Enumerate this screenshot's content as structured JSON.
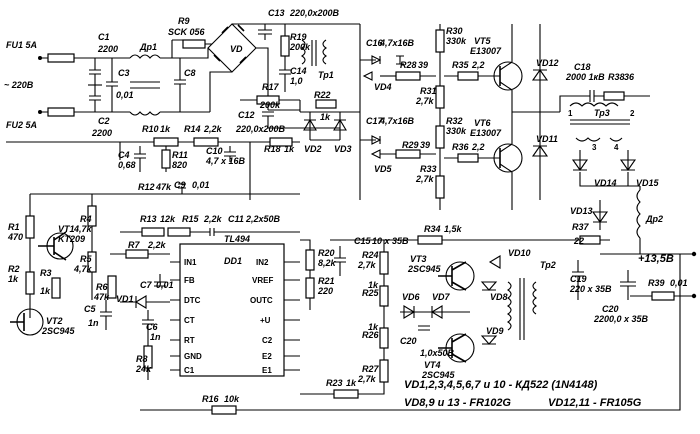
{
  "labels": {
    "fu1": "FU1 5A",
    "fu2": "FU2 5A",
    "mains": "~ 220В",
    "c1": "C1",
    "c1v": "2200",
    "c2": "C2",
    "c2v": "2200",
    "c3": "C3",
    "c3v": "0,01",
    "dr1": "Др1",
    "c8": "C8",
    "r9": "R9",
    "r9v": "SCK 056",
    "vd": "VD",
    "c13": "C13",
    "c13v": "220,0x200В",
    "r19": "R19",
    "r19v": "200k",
    "c14": "C14",
    "c14v": "1,0",
    "tp1": "Тр1",
    "r17": "R17",
    "r17v": "200k",
    "c12": "C12",
    "r22": "R22",
    "r22v": "1k",
    "vd2": "VD2",
    "vd3": "VD3",
    "c12v": "220,0x200В",
    "c16": "C16",
    "c16v": "4,7x16В",
    "r30": "R30",
    "r30v": "330k",
    "r28": "R28",
    "r28v": "39",
    "r35": "R35",
    "r35v": "2,2",
    "vd4": "VD4",
    "vt5": "VT5",
    "vt5v": "E13007",
    "r31": "R31",
    "r31v": "2,7k",
    "vd12": "VD12",
    "r29": "R29",
    "r29v": "39",
    "c17": "C17",
    "c17v": "4,7x16В",
    "r32": "R32",
    "r32v": "330k",
    "r36": "R36",
    "r36v": "2,2",
    "vt6": "VT6",
    "vt6v": "E13007",
    "vd5": "VD5",
    "r33": "R33",
    "r33v": "2,7k",
    "vd11": "VD11",
    "c18": "C18",
    "c18v": "2000 1кВ",
    "r38": "R38",
    "r38v": "36",
    "tp3": "Тр3",
    "tp3p1": "1",
    "tp3p2": "2",
    "tp3p3": "3",
    "tp3p4": "4",
    "vd14": "VD14",
    "vd15": "VD15",
    "vd13": "VD13",
    "dr2": "Др2",
    "r37": "R37",
    "r37v": "22",
    "c19": "C19",
    "c19v": "220 x 35В",
    "out": "+13,5В",
    "c20": "C20",
    "c20v": "2200,0 x 35В",
    "r39": "R39",
    "r39v": "0,01",
    "r10": "R10",
    "r10v": "1k",
    "r14": "R14",
    "r14v": "2,2k",
    "c4": "C4",
    "c4v": "0,68",
    "r11": "R11",
    "r11v": "820",
    "c10": "C10",
    "c10v": "4,7 x 16В",
    "r18": "R18",
    "r18v": "1k",
    "r12": "R12",
    "r12v": "47k",
    "c9": "C9",
    "c9v": "0,01",
    "r1": "R1",
    "r1v": "470",
    "vt1": "VT1",
    "vt1v": "KT209",
    "r4": "R4",
    "r4v": "4,7k",
    "r13": "R13",
    "r13v": "12k",
    "r15": "R15",
    "r15v": "2,2k",
    "c11": "C11",
    "c11v": "2,2x50В",
    "tl494": "TL494",
    "dd1": "DD1",
    "r2": "R2",
    "r2v": "1k",
    "r3": "R3",
    "r3v": "1k",
    "r5": "R5",
    "r5v": "4,7k",
    "r7": "R7",
    "r7v": "2,2k",
    "r6": "R6",
    "r6v": "47k",
    "c7": "C7",
    "c7v": "0,01",
    "vd1": "VD1",
    "c5": "C5",
    "c5v": "1n",
    "c6": "C6",
    "c6v": "1n",
    "r8": "R8",
    "r8v": "24k",
    "vt2": "VT2",
    "vt2v": "2SC945",
    "p_in1": "IN1",
    "p_fb": "FB",
    "p_dtc": "DTC",
    "p_ct": "CT",
    "p_rt": "RT",
    "p_gnd": "GND",
    "p_c1": "C1",
    "p_in2": "IN2",
    "p_vref": "VREF",
    "p_outc": "OUTC",
    "p_vcc": "+U",
    "p_c2": "C2",
    "p_e2": "E2",
    "p_e1": "E1",
    "r20": "R20",
    "r20v": "8,2k",
    "r21": "R21",
    "r21v": "220",
    "c15": "C15",
    "c15v": "10 x 35В",
    "r34": "R34",
    "r34v": "1,5k",
    "r24": "R24",
    "r24v": "2,7k",
    "vt3": "VT3",
    "vt3v": "2SC945",
    "vd10": "VD10",
    "vd8": "VD8",
    "tp2": "Тр2",
    "r25": "R25",
    "r25v": "1k",
    "vd6": "VD6",
    "vd7": "VD7",
    "r26": "R26",
    "r26v": "1k",
    "c20b": "C20",
    "c20bv": "1,0x50В",
    "vd9": "VD9",
    "r27": "R27",
    "r27v": "2,7k",
    "vt4": "VT4",
    "vt4v": "2SC945",
    "r16": "R16",
    "r16v": "10k",
    "r23": "R23",
    "r23v": "1k",
    "note1": "VD1,2,3,4,5,6,7 и 10 - КД522 (1N4148)",
    "note2": "VD8,9 и 13 - FR102G",
    "note3": "VD12,11 - FR105G"
  }
}
